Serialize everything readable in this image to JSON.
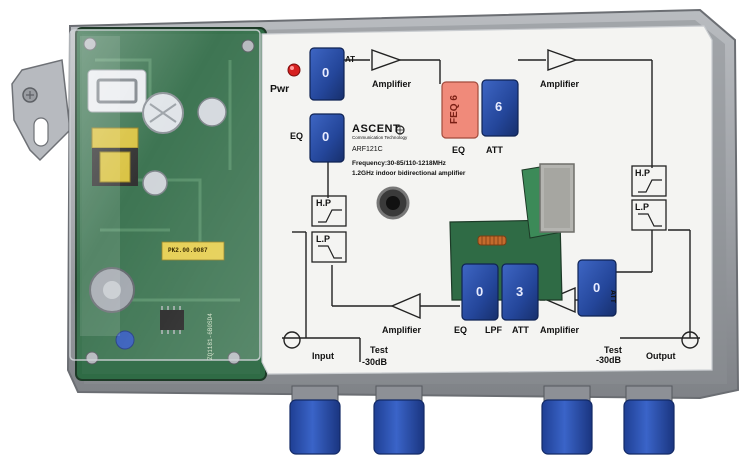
{
  "panel": {
    "brand": "ASCENT",
    "brand_tagline": "Communication Technology",
    "model": "ARF121C",
    "frequency": "Frequency:30-85/110-1218MHz",
    "description": "1.2GHz indoor bidirectional amplifier",
    "power_label": "Pwr",
    "labels": {
      "amplifier_top1": "Amplifier",
      "amplifier_top2": "Amplifier",
      "amplifier_bottom1": "Amplifier",
      "amplifier_bottom2": "Amplifier",
      "eq_left": "EQ",
      "eq_top": "EQ",
      "att_top": "ATT",
      "att_side": "AT",
      "hp_left": "H.P",
      "lp_left": "L.P",
      "hp_right": "H.P",
      "lp_right": "L.P",
      "eq_bottom": "EQ",
      "lpf_bottom": "LPF",
      "att_bottom": "ATT",
      "att_right": "ATT",
      "input": "Input",
      "output": "Output",
      "test_left": "Test",
      "test_left_db": "-30dB",
      "test_right": "Test",
      "test_right_db": "-30dB"
    }
  },
  "controls": {
    "att_top_left": "0",
    "eq_left": "0",
    "feq_plug": "FEQ 6",
    "att_top_right": "6",
    "eq_bottom": "0",
    "att_bottom": "3",
    "att_right": "0"
  },
  "pcb_markings": {
    "part_code": "PK2.00.0087",
    "board_code": "ZQ1181-6B0SD4"
  },
  "colors": {
    "housing": "#9a9da2",
    "panel": "#f4f4f2",
    "knob_blue": "#2a4fa6",
    "plug_salmon": "#f08a7a",
    "pcb_green": "#2f6b45",
    "connector_blue": "#2e57b8",
    "led_red": "#d62020"
  }
}
